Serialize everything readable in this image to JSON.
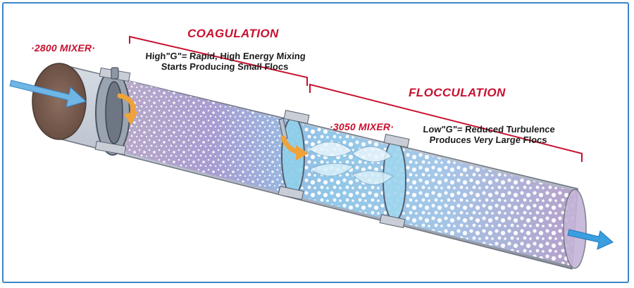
{
  "colors": {
    "accent_red": "#c8102e",
    "frame_blue": "#3a86c8",
    "flow_arrow": "#4aa8e0",
    "mixing_arrow": "#f0a23a"
  },
  "labels": {
    "mixer1": "·2800 MIXER·",
    "mixer2": "·3050 MIXER·",
    "coagulation": "COAGULATION",
    "flocculation": "FLOCCULATION"
  },
  "coagulation_note": {
    "level": "High",
    "g_term": "\"G\"",
    "line1_rest": "= Rapid, High Energy Mixing",
    "line2": "Starts Producing Small Flocs"
  },
  "flocculation_note": {
    "level": "Low",
    "g_term": "\"G\"",
    "line1_rest": "= Reduced Turbulence",
    "line2": "Produces Very Large Flocs"
  },
  "icons": [
    "inflow-arrow-icon",
    "outflow-arrow-icon",
    "mixing-arrow-icon"
  ]
}
